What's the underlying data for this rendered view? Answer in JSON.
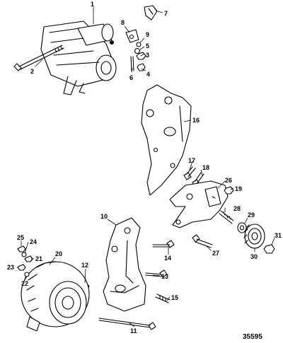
{
  "figure_id": "35595",
  "callouts": [
    {
      "label": "1"
    },
    {
      "label": "2"
    },
    {
      "label": "3"
    },
    {
      "label": "4"
    },
    {
      "label": "5"
    },
    {
      "label": "6"
    },
    {
      "label": "7"
    },
    {
      "label": "8"
    },
    {
      "label": "9"
    },
    {
      "label": "10"
    },
    {
      "label": "11"
    },
    {
      "label": "12"
    },
    {
      "label": "13"
    },
    {
      "label": "14"
    },
    {
      "label": "15"
    },
    {
      "label": "16"
    },
    {
      "label": "17"
    },
    {
      "label": "18"
    },
    {
      "label": "19"
    },
    {
      "label": "20"
    },
    {
      "label": "21"
    },
    {
      "label": "22"
    },
    {
      "label": "23"
    },
    {
      "label": "24"
    },
    {
      "label": "25"
    },
    {
      "label": "26"
    },
    {
      "label": "27"
    },
    {
      "label": "28"
    },
    {
      "label": "29"
    },
    {
      "label": "30"
    },
    {
      "label": "31"
    }
  ]
}
